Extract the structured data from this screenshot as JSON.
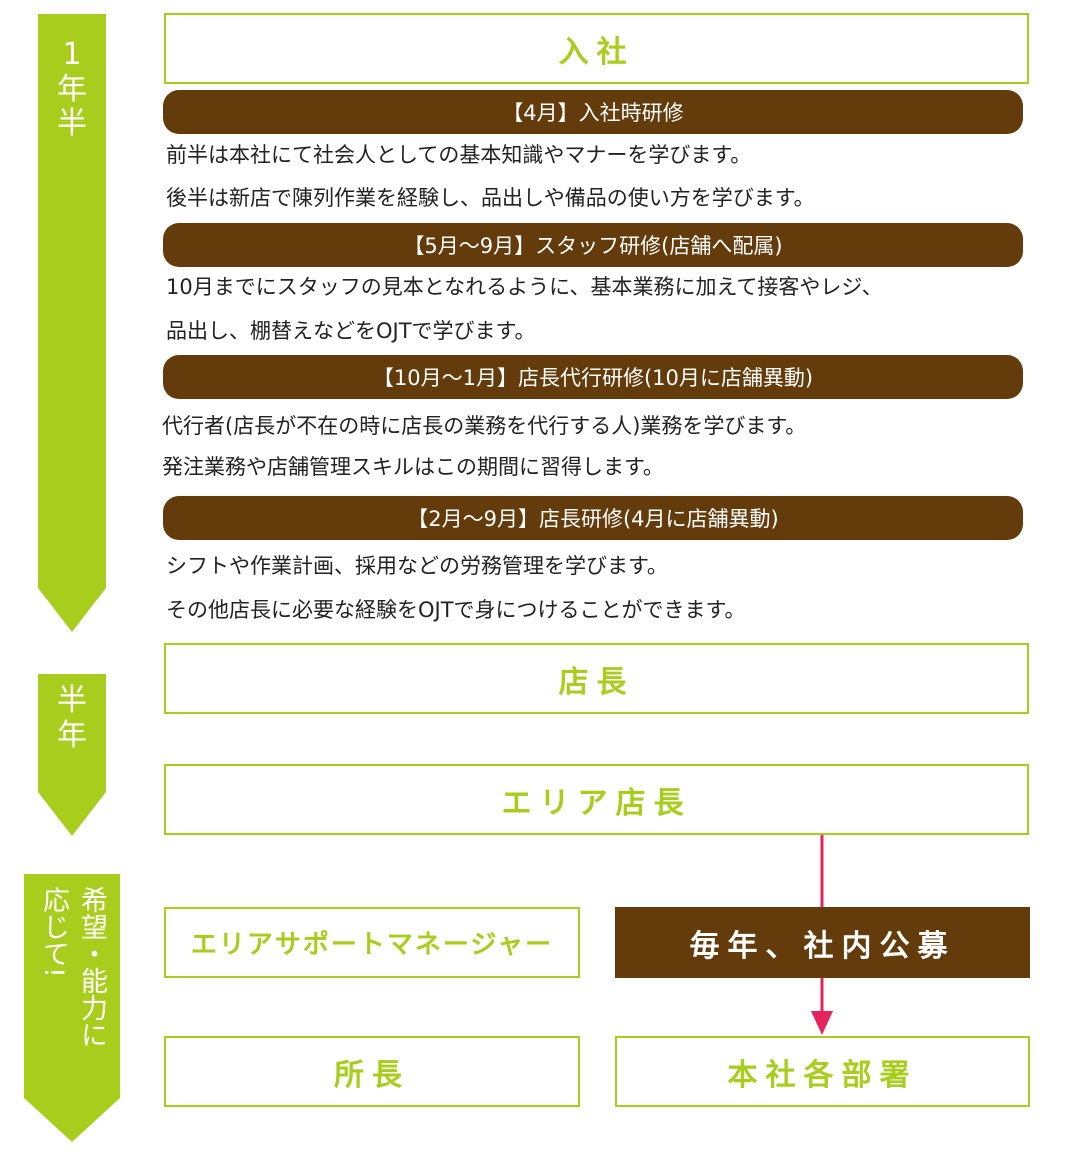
{
  "timeline": {
    "period1": [
      "1",
      "年",
      "半"
    ],
    "period2": [
      "半",
      "年"
    ],
    "period3": {
      "col1": "希望・能力に",
      "col2": "応じて!"
    }
  },
  "boxes": {
    "nyusha": "入社",
    "tencho": "店長",
    "area_tencho": "エリア店長",
    "area_support": "エリアサポートマネージャー",
    "koubo": "毎年、社内公募",
    "shocho": "所長",
    "honsha": "本社各部署"
  },
  "training": [
    {
      "title": "【4月】入社時研修",
      "lines": [
        "前半は本社にて社会人としての基本知識やマナーを学びます。",
        "後半は新店で陳列作業を経験し、品出しや備品の使い方を学びます。"
      ]
    },
    {
      "title": "【5月〜9月】スタッフ研修(店舗へ配属)",
      "lines": [
        "10月までにスタッフの見本となれるように、基本業務に加えて接客やレジ、",
        "品出し、棚替えなどをOJTで学びます。"
      ]
    },
    {
      "title": "【10月〜1月】店長代行研修(10月に店舗異動)",
      "lines": [
        "代行者(店長が不在の時に店長の業務を代行する人)業務を学びます。",
        "発注業務や店舗管理スキルはこの期間に習得します。"
      ]
    },
    {
      "title": "【2月〜9月】店長研修(4月に店舗異動)",
      "lines": [
        "シフトや作業計画、採用などの労務管理を学びます。",
        "その他店長に必要な経験をOJTで身につけることができます。"
      ]
    }
  ],
  "colors": {
    "accent": "#a8cd1c",
    "brown": "#643c0c",
    "connector": "#e5245c"
  }
}
